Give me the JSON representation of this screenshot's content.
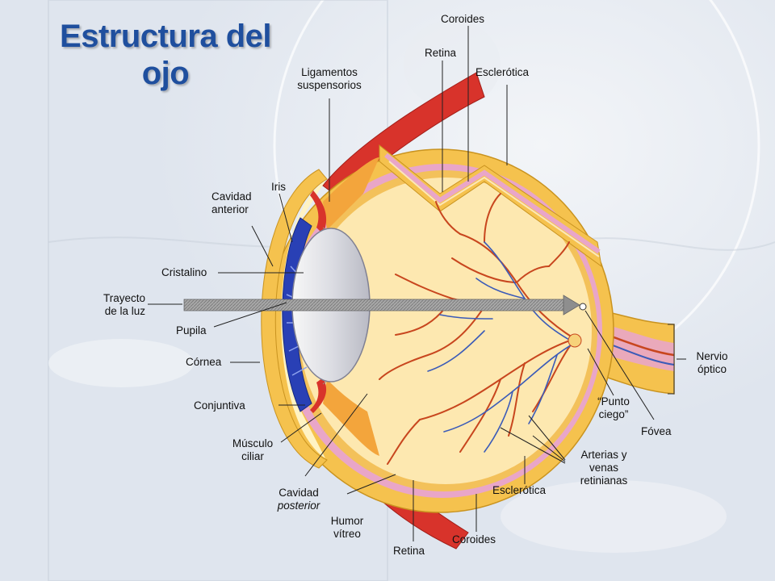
{
  "title": {
    "line1": "Estructura del",
    "line2": "ojo"
  },
  "labels": {
    "coroides_top": "Coroides",
    "retina_top": "Retina",
    "esclerotica_top": "Esclerótica",
    "ligamentos": [
      "Ligamentos",
      "suspensorios"
    ],
    "iris": "Iris",
    "cavidad_anterior": [
      "Cavidad",
      "anterior"
    ],
    "cristalino": "Cristalino",
    "trayecto": [
      "Trayecto",
      "de la luz"
    ],
    "pupila": "Pupila",
    "cornea": "Córnea",
    "conjuntiva": "Conjuntiva",
    "musculo": [
      "Músculo",
      "ciliar"
    ],
    "cavidad_posterior": [
      "Cavidad",
      "posterior"
    ],
    "humor": [
      "Humor",
      "vítreo"
    ],
    "retina_bottom": "Retina",
    "coroides_bottom": "Coroides",
    "esclerotica_bottom": "Esclerótica",
    "arterias": [
      "Arterias y",
      "venas",
      "retinianas"
    ],
    "punto": [
      "“Punto",
      "ciego”"
    ],
    "fovea": "Fóvea",
    "nervio": [
      "Nervio",
      "óptico"
    ]
  },
  "colors": {
    "title": "#1f4f9e",
    "sclera": "#f5c24e",
    "vitreous": "#fde8b0",
    "choroid": "#e9a6c8",
    "vessels": "#c8461e",
    "veins": "#3b5bb8",
    "iris": "#2940b5",
    "muscle": "#d8332b"
  }
}
